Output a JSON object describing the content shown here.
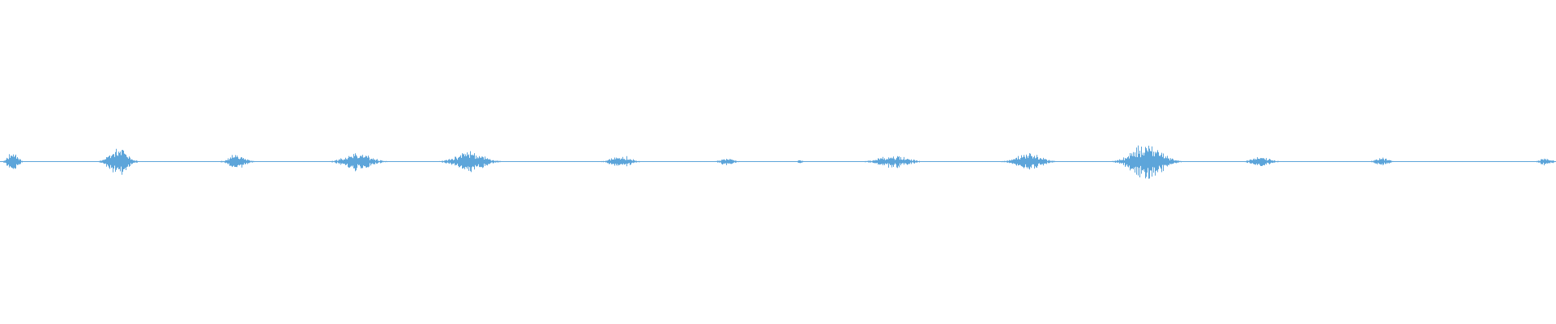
{
  "waveform": {
    "color": "#5DA5DA",
    "baseline_visible": true,
    "bursts": [
      {
        "center": 0.008,
        "width": 0.012,
        "amplitude": 0.55
      },
      {
        "center": 0.076,
        "width": 0.022,
        "amplitude": 0.8
      },
      {
        "center": 0.152,
        "width": 0.02,
        "amplitude": 0.38
      },
      {
        "center": 0.23,
        "width": 0.032,
        "amplitude": 0.48
      },
      {
        "center": 0.302,
        "width": 0.034,
        "amplitude": 0.55
      },
      {
        "center": 0.399,
        "width": 0.024,
        "amplitude": 0.32
      },
      {
        "center": 0.467,
        "width": 0.016,
        "amplitude": 0.2
      },
      {
        "center": 0.514,
        "width": 0.006,
        "amplitude": 0.1
      },
      {
        "center": 0.574,
        "width": 0.036,
        "amplitude": 0.32
      },
      {
        "center": 0.661,
        "width": 0.032,
        "amplitude": 0.42
      },
      {
        "center": 0.737,
        "width": 0.036,
        "amplitude": 1.0
      },
      {
        "center": 0.81,
        "width": 0.024,
        "amplitude": 0.24
      },
      {
        "center": 0.888,
        "width": 0.016,
        "amplitude": 0.2
      },
      {
        "center": 0.993,
        "width": 0.014,
        "amplitude": 0.22
      }
    ]
  }
}
